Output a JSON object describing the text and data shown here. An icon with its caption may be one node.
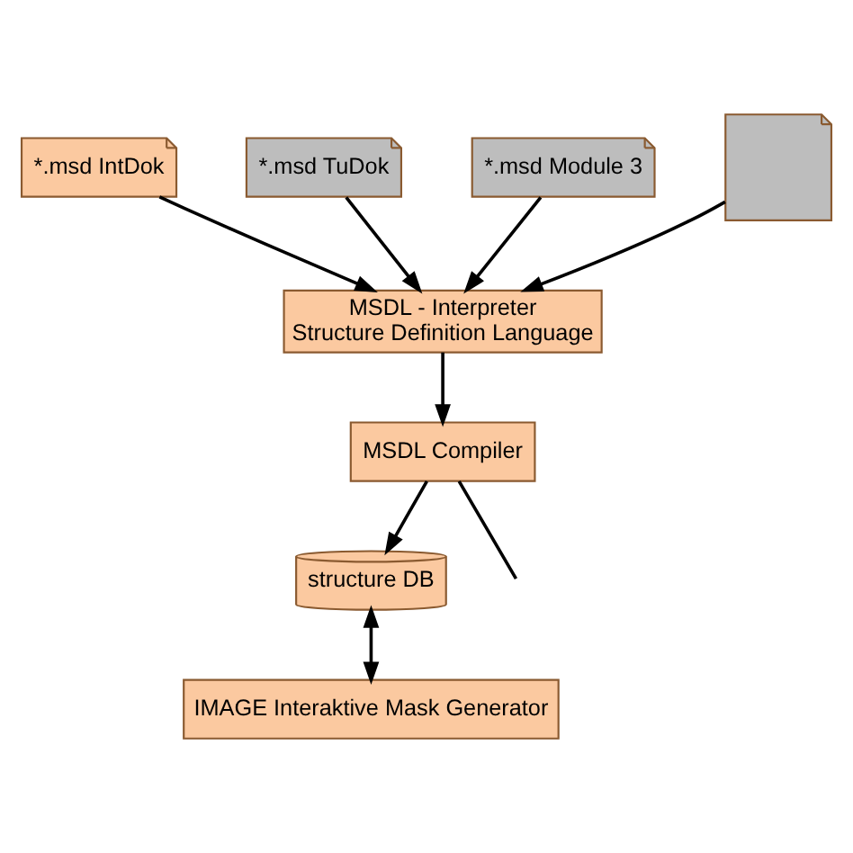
{
  "diagram": {
    "nodes": [
      {
        "text": [
          "*.msd IntDok"
        ]
      },
      {
        "text": [
          "*.msd TuDok"
        ]
      },
      {
        "text": [
          "*.msd Module 3"
        ]
      },
      {
        "text": [],
        "shape": "document"
      },
      {
        "text": [
          "MSDL - Interpreter",
          "Structure Definition Language"
        ]
      },
      {
        "text": [
          "MSDL Compiler"
        ]
      },
      {
        "text": [
          "structure DB"
        ]
      },
      {
        "text": [
          "IMAGE Interaktive Mask Generator"
        ]
      }
    ],
    "edges": [
      {
        "from": 0,
        "to": 4,
        "arrow": "to"
      },
      {
        "from": 1,
        "to": 4,
        "arrow": "to"
      },
      {
        "from": 2,
        "to": 4,
        "arrow": "to"
      },
      {
        "from": 3,
        "to": 4,
        "arrow": "to"
      },
      {
        "from": 4,
        "to": 5,
        "arrow": "to"
      },
      {
        "from": 5,
        "to": 6,
        "arrow": "to"
      },
      {
        "from": 5,
        "to": null,
        "arrow": "none"
      },
      {
        "from": 6,
        "to": 7,
        "arrow": "both"
      }
    ]
  }
}
